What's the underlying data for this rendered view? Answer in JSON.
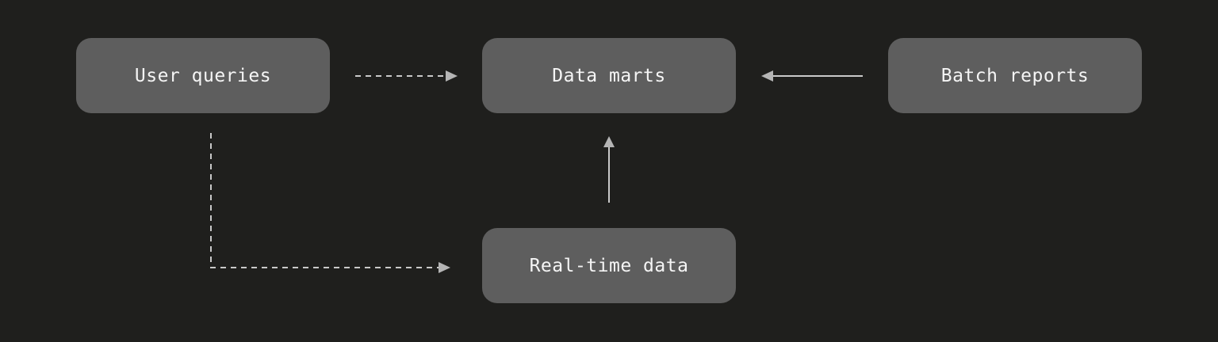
{
  "diagram": {
    "type": "flowchart",
    "background_color": "#1f1f1d",
    "node_fill_color": "#5e5e5e",
    "node_text_color": "#f5f5f5",
    "arrow_line_color": "#c9c9c9",
    "arrow_head_color": "#b5b5b5",
    "nodes": [
      {
        "id": "user-queries",
        "label": "User queries"
      },
      {
        "id": "data-marts",
        "label": "Data marts"
      },
      {
        "id": "batch-reports",
        "label": "Batch reports"
      },
      {
        "id": "real-time-data",
        "label": "Real-time data"
      }
    ],
    "edges": [
      {
        "from": "User queries",
        "to": "Data marts",
        "style": "dashed",
        "direction": "right"
      },
      {
        "from": "Batch reports",
        "to": "Data marts",
        "style": "solid",
        "direction": "left"
      },
      {
        "from": "Real-time data",
        "to": "Data marts",
        "style": "solid",
        "direction": "up"
      },
      {
        "from": "User queries",
        "to": "Real-time data",
        "style": "dashed",
        "direction": "down-right-elbow"
      }
    ]
  }
}
